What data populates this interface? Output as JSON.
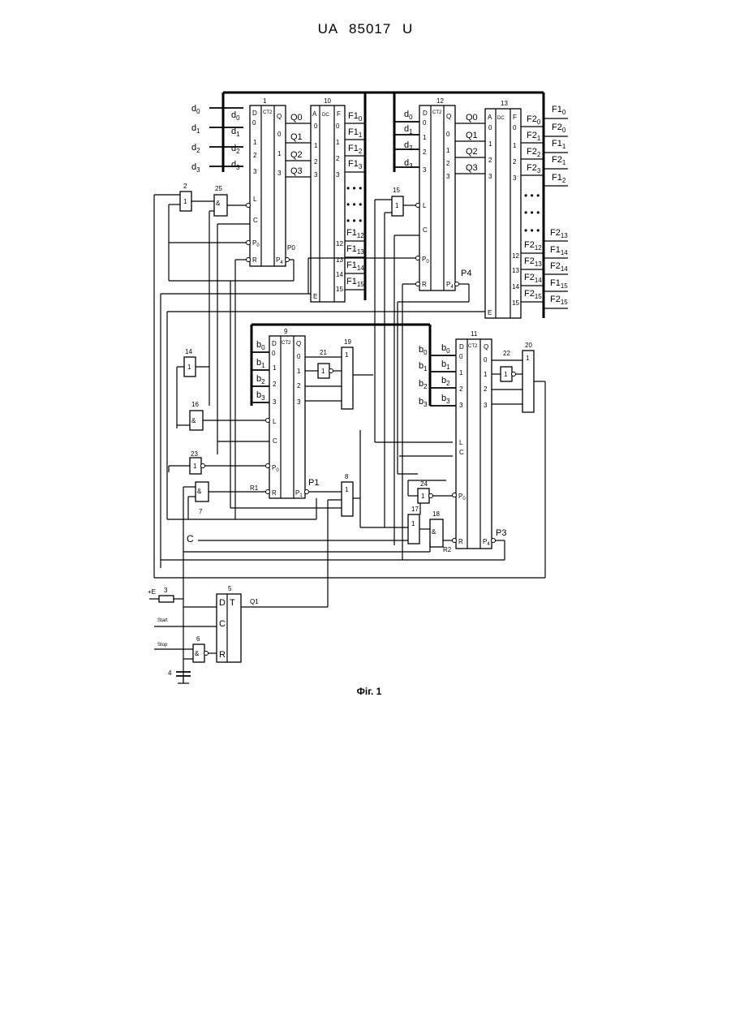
{
  "header": {
    "title": "UA 85017 U"
  },
  "figure": {
    "caption": "Фіг. 1"
  },
  "diagram": {
    "block_numbers": [
      "1",
      "2",
      "3",
      "4",
      "5",
      "6",
      "7",
      "8",
      "9",
      "10",
      "11",
      "12",
      "13",
      "14",
      "15",
      "16",
      "17",
      "18",
      "19",
      "20",
      "21",
      "22",
      "23",
      "24",
      "25"
    ],
    "counter_label": "CT2",
    "decoder_label": "DC",
    "inputs_d": [
      "d0",
      "d1",
      "d2",
      "d3"
    ],
    "inputs_b": [
      "b0",
      "b1",
      "b2",
      "b3"
    ],
    "outputs_q": [
      "Q0",
      "Q1",
      "Q2",
      "Q3"
    ],
    "outputs_f1": [
      "F10",
      "F11",
      "F12",
      "F13",
      "F112",
      "F113",
      "F114",
      "F115"
    ],
    "outputs_f2": [
      "F20",
      "F21",
      "F22",
      "F23",
      "F212",
      "F213",
      "F214",
      "F215"
    ],
    "right_outputs": [
      "F10",
      "F20",
      "F11",
      "F21",
      "F12",
      "F213",
      "F114",
      "F214",
      "F115",
      "F215"
    ],
    "signals": {
      "p0": "P0",
      "p4": "P4",
      "p1": "P1",
      "p3": "P3",
      "r1": "R1",
      "r2": "R2",
      "q1": "Q1",
      "c": "C",
      "e": "+E",
      "start": "Start",
      "stop": "Stop"
    }
  }
}
